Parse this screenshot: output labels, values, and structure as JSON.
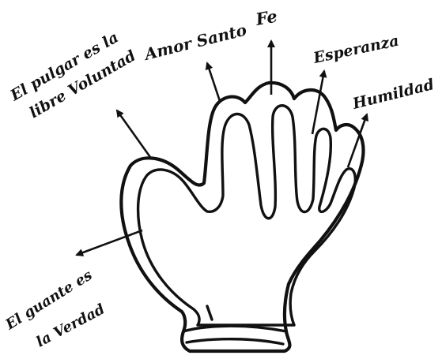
{
  "diagram": {
    "labels": {
      "thumb_line1": "El pulgar es la",
      "thumb_line2": "libre Voluntad",
      "index": "Amor Santo",
      "middle": "Fe",
      "ring": "Esperanza",
      "little": "Humildad",
      "glove_line1": "El guante es",
      "glove_line2": "la Verdad"
    }
  }
}
